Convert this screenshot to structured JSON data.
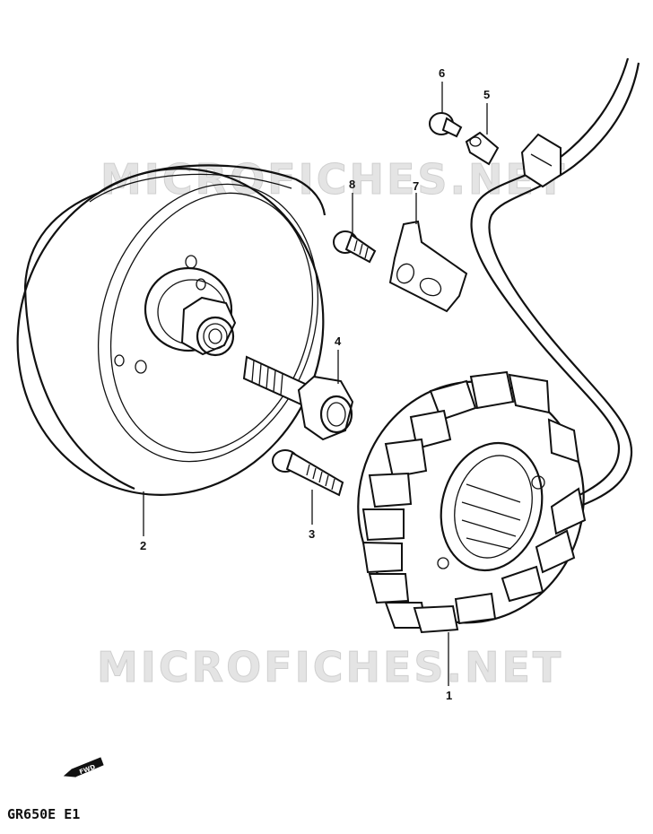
{
  "watermark": {
    "text_top": "MICROFICHES.NET",
    "text_bottom": "MICROFICHES.NET"
  },
  "callouts": {
    "p1": "1",
    "p2": "2",
    "p3": "3",
    "p4": "4",
    "p5": "5",
    "p6": "6",
    "p7": "7",
    "p8": "8"
  },
  "direction_badge": "FWD",
  "model_code": "GR650E E1"
}
